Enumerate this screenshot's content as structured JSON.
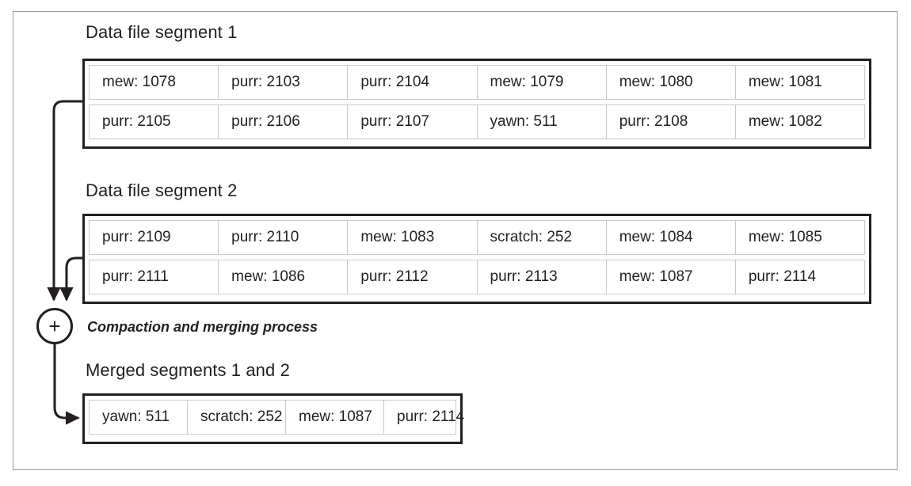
{
  "figure": {
    "plus_node_glyph": "+",
    "process_label": "Compaction and merging process",
    "colors": {
      "ink": "#231f20",
      "cell_border": "#c9c9c9",
      "frame": "#9a9a9a",
      "background": "#ffffff"
    }
  },
  "segments": [
    {
      "caption": "Data file segment 1",
      "rows": [
        [
          "mew: 1078",
          "purr: 2103",
          "purr: 2104",
          "mew: 1079",
          "mew: 1080",
          "mew: 1081"
        ],
        [
          "purr: 2105",
          "purr: 2106",
          "purr: 2107",
          "yawn: 511",
          "purr: 2108",
          "mew: 1082"
        ]
      ]
    },
    {
      "caption": "Data file segment 2",
      "rows": [
        [
          "purr: 2109",
          "purr: 2110",
          "mew: 1083",
          "scratch: 252",
          "mew: 1084",
          "mew: 1085"
        ],
        [
          "purr: 2111",
          "mew: 1086",
          "purr: 2112",
          "purr: 2113",
          "mew: 1087",
          "purr: 2114"
        ]
      ]
    }
  ],
  "merged": {
    "caption": "Merged segments 1 and 2",
    "rows": [
      [
        "yawn: 511",
        "scratch: 252",
        "mew: 1087",
        "purr: 2114"
      ]
    ]
  }
}
